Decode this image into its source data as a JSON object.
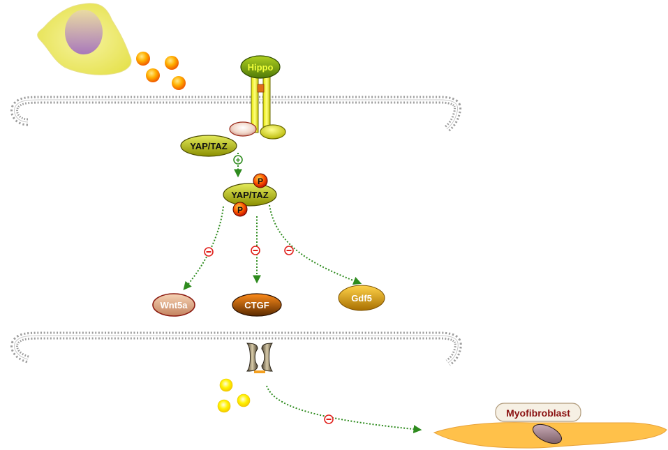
{
  "labels": {
    "hippo": "Hippo",
    "yap_taz_top": "YAP/TAZ",
    "yap_taz_phospho": "YAP/TAZ",
    "phospho_1": "P",
    "phospho_2": "P",
    "wnt5a": "Wnt5a",
    "ctgf": "CTGF",
    "gdf5": "Gdf5",
    "myofibroblast": "Myofibroblast",
    "activation_sign": "+",
    "inhibition_sign": "−"
  },
  "colors": {
    "membrane": "#a3a3a3",
    "arrow": "#2e8b1e",
    "inhibition": "#e0201b",
    "ligand_orange": "#ff7a00",
    "ligand_yellow": "#ffe600",
    "myofibroblast_body": "#ffc14a"
  }
}
